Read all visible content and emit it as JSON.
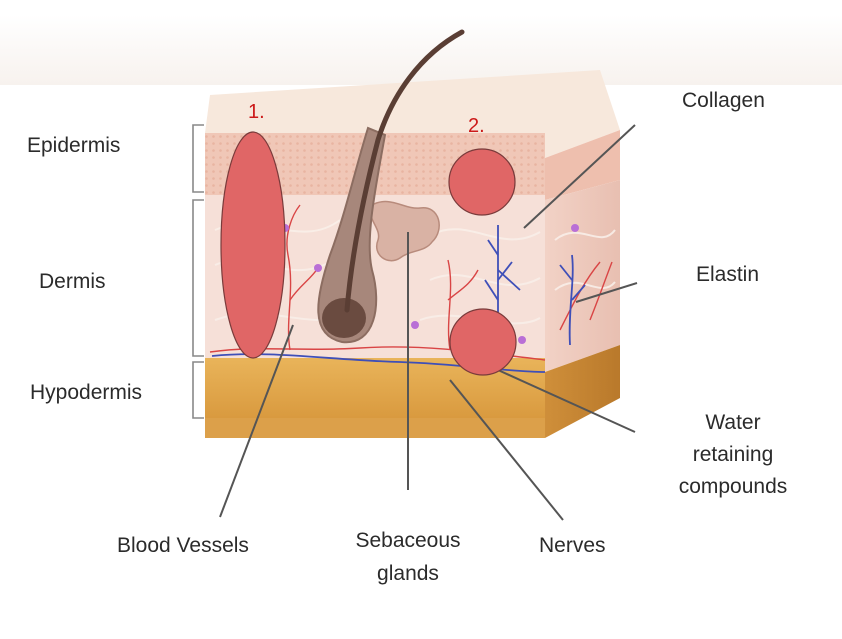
{
  "layers": {
    "epidermis": "Epidermis",
    "dermis": "Dermis",
    "hypodermis": "Hypodermis"
  },
  "callouts": {
    "collagen": "Collagen",
    "elastin": "Elastin",
    "water_line1": "Water",
    "water_line2": "retaining",
    "water_line3": "compounds",
    "blood_vessels": "Blood Vessels",
    "sebaceous_line1": "Sebaceous",
    "sebaceous_line2": "glands",
    "nerves": "Nerves"
  },
  "markers": {
    "one": "1.",
    "two": "2."
  },
  "colors": {
    "marker_fill": "#e06666",
    "marker_text": "#cc1a1a",
    "epidermis": "#f0c7b7",
    "dermis": "#f4d9d0",
    "hypodermis": "#e3ac52",
    "leader": "#555555"
  }
}
